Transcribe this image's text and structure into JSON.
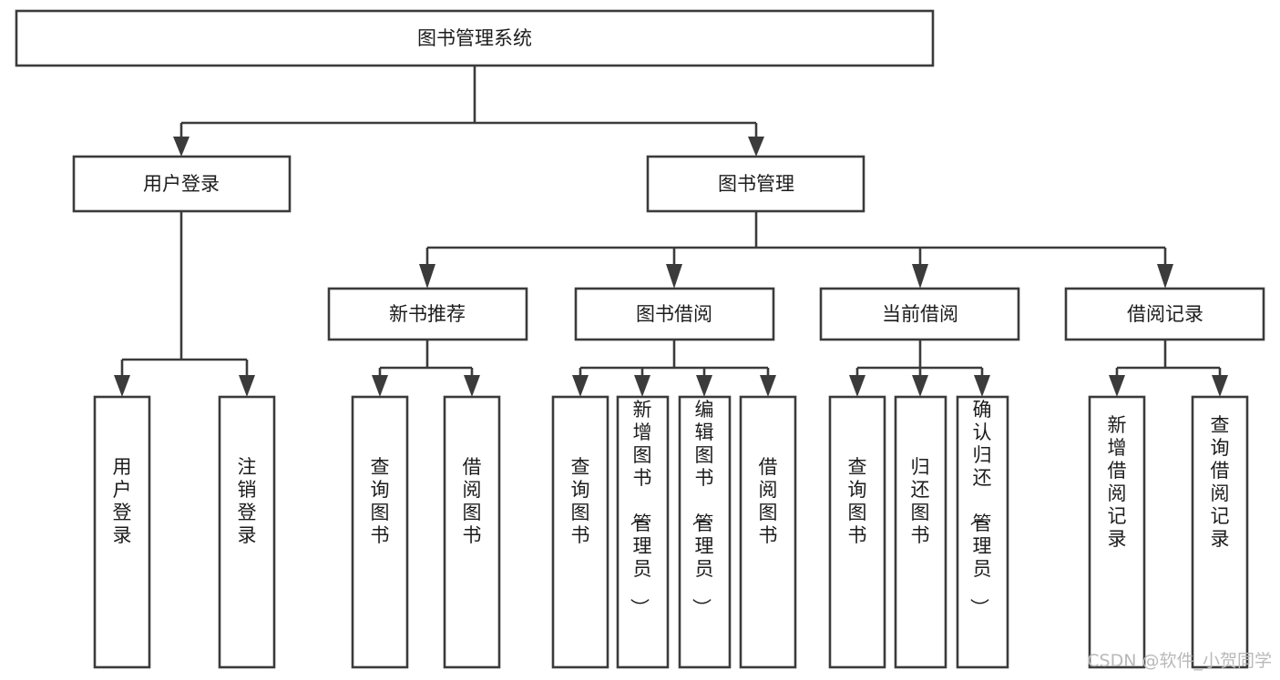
{
  "diagram": {
    "type": "tree-hierarchy",
    "title": "图书管理系统",
    "orientation": "top-down",
    "levels": 4,
    "colors": {
      "box_stroke": "#3b3b3b",
      "box_fill": "#ffffff",
      "text": "#1c1c1c",
      "connector": "#3b3b3b",
      "background": "#ffffff",
      "watermark": "#b9b9b9"
    }
  },
  "nodes": {
    "root": {
      "id": "root",
      "label": "图书管理系统",
      "level": 1,
      "orientation": "horizontal"
    },
    "level2": [
      {
        "id": "user-login",
        "label": "用户登录",
        "level": 2,
        "orientation": "horizontal"
      },
      {
        "id": "book-management",
        "label": "图书管理",
        "level": 2,
        "orientation": "horizontal"
      }
    ],
    "level3": [
      {
        "id": "new-book-recommend",
        "label": "新书推荐",
        "level": 3,
        "orientation": "horizontal",
        "parent": "book-management"
      },
      {
        "id": "book-borrow",
        "label": "图书借阅",
        "level": 3,
        "orientation": "horizontal",
        "parent": "book-management"
      },
      {
        "id": "current-borrow",
        "label": "当前借阅",
        "level": 3,
        "orientation": "horizontal",
        "parent": "book-management"
      },
      {
        "id": "borrow-record",
        "label": "借阅记录",
        "level": 3,
        "orientation": "horizontal",
        "parent": "book-management"
      }
    ],
    "leaves": [
      {
        "id": "leaf-user-login",
        "label": "用户登录",
        "parent": "user-login"
      },
      {
        "id": "leaf-logout",
        "label": "注销登录",
        "parent": "user-login"
      },
      {
        "id": "leaf-query-book-1",
        "label": "查询图书",
        "parent": "new-book-recommend"
      },
      {
        "id": "leaf-borrow-book-1",
        "label": "借阅图书",
        "parent": "new-book-recommend"
      },
      {
        "id": "leaf-query-book-2",
        "label": "查询图书",
        "parent": "book-borrow"
      },
      {
        "id": "leaf-add-book",
        "label": "新增图书（管理员）",
        "parent": "book-borrow"
      },
      {
        "id": "leaf-edit-book",
        "label": "编辑图书（管理员）",
        "parent": "book-borrow"
      },
      {
        "id": "leaf-borrow-book-2",
        "label": "借阅图书",
        "parent": "book-borrow"
      },
      {
        "id": "leaf-query-book-3",
        "label": "查询图书",
        "parent": "current-borrow"
      },
      {
        "id": "leaf-return-book",
        "label": "归还图书",
        "parent": "current-borrow"
      },
      {
        "id": "leaf-confirm-return",
        "label": "确认归还（管理员）",
        "parent": "current-borrow"
      },
      {
        "id": "leaf-add-record",
        "label": "新增借阅记录",
        "parent": "borrow-record"
      },
      {
        "id": "leaf-query-record",
        "label": "查询借阅记录",
        "parent": "borrow-record"
      }
    ]
  },
  "watermark": {
    "text": "CSDN @软件_小贺同学"
  }
}
